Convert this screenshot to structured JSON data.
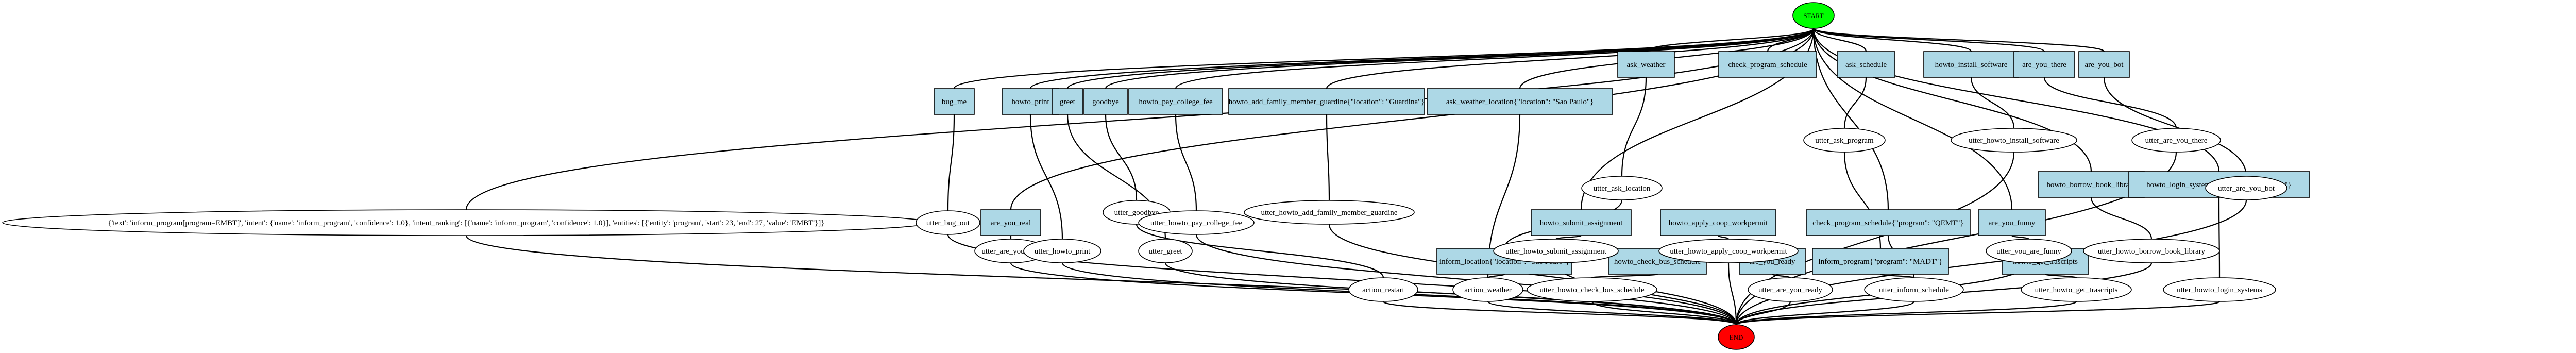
{
  "colors": {
    "start_fill": "#00ff00",
    "end_fill": "#ff0000",
    "intent_fill": "#add8e6",
    "action_fill": "#ffffff",
    "stroke": "#000000"
  },
  "graph": {
    "start": {
      "label": "START"
    },
    "end": {
      "label": "END"
    },
    "intents": [
      {
        "id": "i_bug_me",
        "label": "bug_me"
      },
      {
        "id": "i_are_you_real",
        "label": "are_you_real"
      },
      {
        "id": "i_howto_print",
        "label": "howto_print"
      },
      {
        "id": "i_greet",
        "label": "greet"
      },
      {
        "id": "i_goodbye",
        "label": "goodbye"
      },
      {
        "id": "i_howto_pay",
        "label": "howto_pay_college_fee"
      },
      {
        "id": "i_howto_add",
        "label": "howto_add_family_member_guardine"
      },
      {
        "id": "i_howto_add_loc",
        "label": "howto_add_family_member_guardine{\"location\": \"Guardina\"}"
      },
      {
        "id": "i_ask_weather_loc",
        "label": "ask_weather_location{\"location\": \"Sao Paulo\"}"
      },
      {
        "id": "i_ask_weather",
        "label": "ask_weather"
      },
      {
        "id": "i_check_prog",
        "label": "check_program_schedule"
      },
      {
        "id": "i_ask_schedule",
        "label": "ask_schedule"
      },
      {
        "id": "i_howto_install",
        "label": "howto_install_software"
      },
      {
        "id": "i_are_you_there",
        "label": "are_you_there"
      },
      {
        "id": "i_are_you_bot",
        "label": "are_you_bot"
      },
      {
        "id": "i_howto_submit",
        "label": "howto_submit_assignment"
      },
      {
        "id": "i_inform_location",
        "label": "inform_location{\"location\": \"Sao Paulo\"}"
      },
      {
        "id": "i_howto_apply",
        "label": "howto_apply_coop_workpermit"
      },
      {
        "id": "i_howto_bus",
        "label": "howto_check_bus_schedule"
      },
      {
        "id": "i_are_you_ready",
        "label": "are_you_ready"
      },
      {
        "id": "i_check_prog_qemt",
        "label": "check_program_schedule{\"program\": \"QEMT\"}"
      },
      {
        "id": "i_inform_prog",
        "label": "inform_program{\"program\": \"MADT\"}"
      },
      {
        "id": "i_are_you_funny",
        "label": "are_you_funny"
      },
      {
        "id": "i_howto_library",
        "label": "howto_borrow_book_library"
      },
      {
        "id": "i_howto_transcripts",
        "label": "howto_get_trascripts"
      },
      {
        "id": "i_howto_login",
        "label": "howto_login_systems{\"username\": \"Moodle\"}"
      }
    ],
    "actions": [
      {
        "id": "a_text",
        "label": "{'text': 'inform_program[program=EMBT]', 'intent': {'name': 'inform_program', 'confidence': 1.0}, 'intent_ranking': [{'name': 'inform_program', 'confidence': 1.0}], 'entities': [{'entity': 'program', 'start': 23, 'end': 27, 'value': 'EMBT'}]}"
      },
      {
        "id": "a_bug_out",
        "label": "utter_bug_out"
      },
      {
        "id": "a_are_you_real",
        "label": "utter_are_you_real"
      },
      {
        "id": "a_howto_print",
        "label": "utter_howto_print"
      },
      {
        "id": "a_greet",
        "label": "utter_greet"
      },
      {
        "id": "a_goodbye",
        "label": "utter_goodbye"
      },
      {
        "id": "a_pay",
        "label": "utter_howto_pay_college_fee"
      },
      {
        "id": "a_add",
        "label": "utter_howto_add_family_member_guardine"
      },
      {
        "id": "a_restart",
        "label": "action_restart"
      },
      {
        "id": "a_weather",
        "label": "action_weather"
      },
      {
        "id": "a_ask_location",
        "label": "utter_ask_location"
      },
      {
        "id": "a_ask_program",
        "label": "utter_ask_program"
      },
      {
        "id": "a_submit",
        "label": "utter_howto_submit_assignment"
      },
      {
        "id": "a_apply",
        "label": "utter_howto_apply_coop_workpermit"
      },
      {
        "id": "a_bus",
        "label": "utter_howto_check_bus_schedule"
      },
      {
        "id": "a_ready",
        "label": "utter_are_you_ready"
      },
      {
        "id": "a_inform_sched",
        "label": "utter_inform_schedule"
      },
      {
        "id": "a_install",
        "label": "utter_howto_install_software"
      },
      {
        "id": "a_there",
        "label": "utter_are_you_there"
      },
      {
        "id": "a_bot",
        "label": "utter_are_you_bot"
      },
      {
        "id": "a_funny",
        "label": "utter_you_are_funny"
      },
      {
        "id": "a_library",
        "label": "utter_howto_borrow_book_library"
      },
      {
        "id": "a_transcripts",
        "label": "utter_howto_get_trascripts"
      },
      {
        "id": "a_login",
        "label": "utter_howto_login_systems"
      }
    ]
  }
}
